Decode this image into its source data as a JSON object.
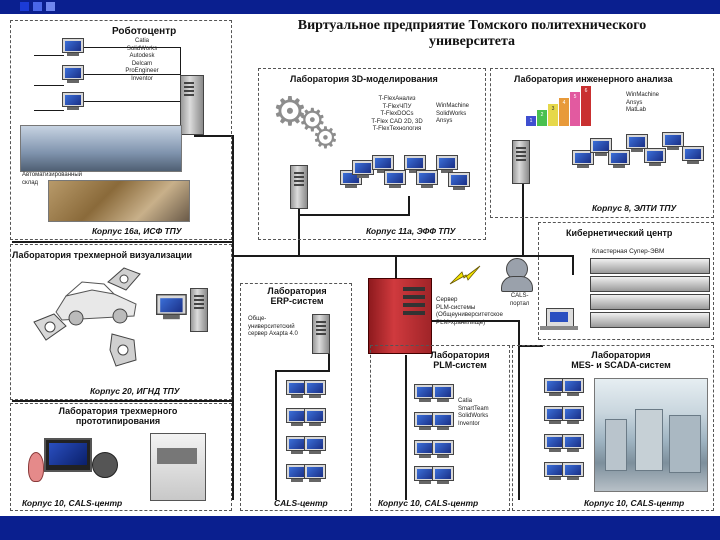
{
  "header": {
    "title_line1": "Виртуальное предприятие Томского политехнического",
    "title_line2": "университета"
  },
  "robotics": {
    "label": "Роботоцентр",
    "software": [
      "Catia",
      "SolidWorks",
      "Autodesk",
      "Delcam",
      "ProEngineer",
      "Inventor"
    ],
    "warehouse_label_1": "Автоматизированный",
    "warehouse_label_2": "склад",
    "caption": "Корпус 16а, ИСФ ТПУ"
  },
  "lab_3d_modeling": {
    "label": "Лаборатория 3D-моделирования",
    "software_left": [
      "T-FlexАнализ",
      "T-FlexЧПУ",
      "T-FlexDOCs",
      "T-Flex CAD 2D, 3D",
      "T-FlexТехнология"
    ],
    "software_right": [
      "WinMachine",
      "SolidWorks",
      "Ansys"
    ],
    "caption": "Корпус 11а, ЭФФ ТПУ"
  },
  "lab_engineering_analysis": {
    "label": "Лаборатория инженерного анализа",
    "software": [
      "WinMachine",
      "Ansys",
      "MatLab"
    ],
    "steps": [
      "1",
      "2",
      "3",
      "4",
      "5",
      "6"
    ],
    "caption": "Корпус 8, ЭЛТИ ТПУ"
  },
  "cyber_center": {
    "label": "Кибернетический центр",
    "cluster_label": "Кластерная Супер-ЭВМ",
    "cals_portal_1": "CALS-",
    "cals_portal_2": "портал"
  },
  "lab_3d_visualization": {
    "label": "Лаборатория трехмерной визуализации",
    "caption": "Корпус 20, ИГНД ТПУ"
  },
  "lab_3d_prototyping": {
    "label_line1": "Лаборатория трехмерного",
    "label_line2": "прототипирования",
    "caption": "Корпус 10, CALS-центр"
  },
  "lab_erp": {
    "label_line1": "Лаборатория",
    "label_line2": "ERP-систем",
    "server_note": [
      "Обще-",
      "университетский",
      "сервер Axapta 4.0"
    ],
    "caption": "CALS-центр"
  },
  "central_server": {
    "note": [
      "Сервер",
      "PLM-системы",
      "(Общеуниверситетское",
      "PLM-хранилище)"
    ]
  },
  "lab_plm": {
    "label_line1": "Лаборатория",
    "label_line2": "PLM-систем",
    "software": [
      "Catia",
      "SmartTeam",
      "SolidWorks",
      "Inventor"
    ],
    "caption": "Корпус 10, CALS-центр"
  },
  "lab_mes": {
    "label_line1": "Лаборатория",
    "label_line2": "MES- и SCADA-систем",
    "caption": "Корпус 10, CALS-центр"
  },
  "colors": {
    "banner": "#0a1f8f",
    "network": "#1a1a1a",
    "screen": "#2a4fc0",
    "server_red": "#c0282d"
  }
}
